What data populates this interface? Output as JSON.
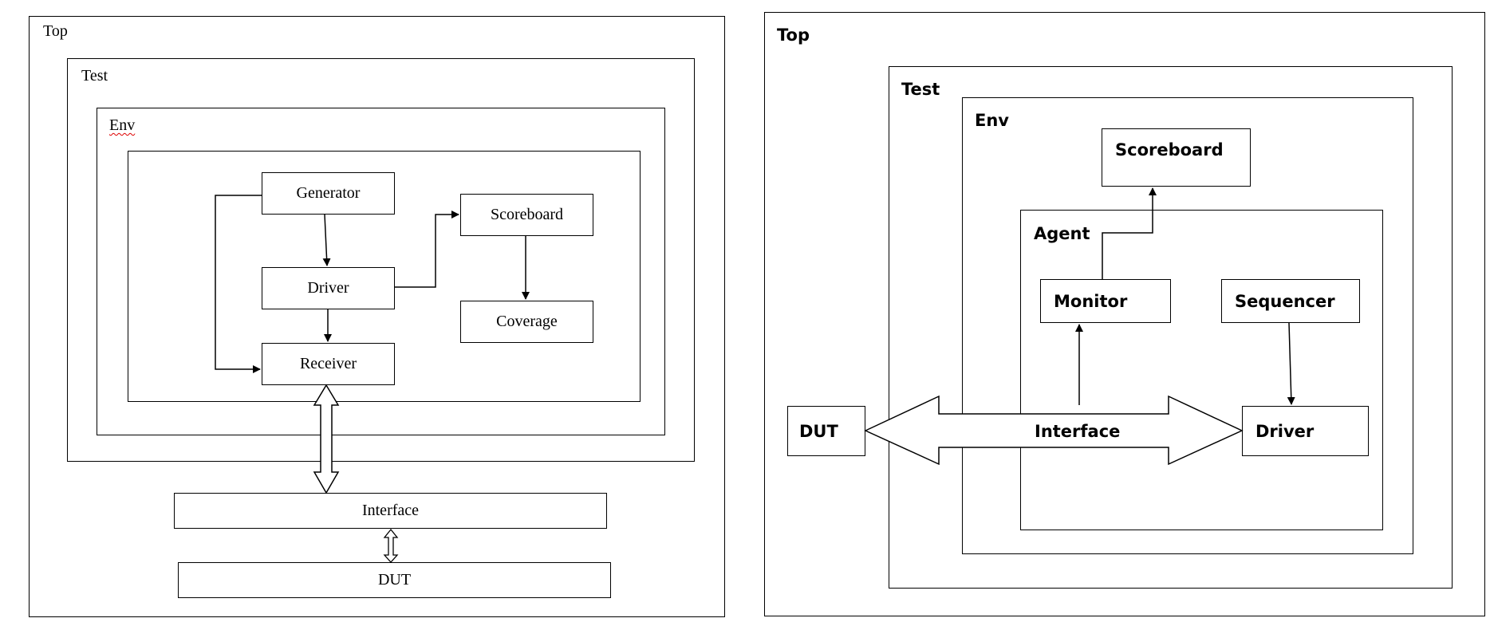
{
  "left": {
    "top_label": "Top",
    "test_label": "Test",
    "env_label": "Env",
    "generator": "Generator",
    "driver": "Driver",
    "receiver": "Receiver",
    "scoreboard": "Scoreboard",
    "coverage": "Coverage",
    "interface": "Interface",
    "dut": "DUT"
  },
  "right": {
    "top_label": "Top",
    "test_label": "Test",
    "env_label": "Env",
    "agent_label": "Agent",
    "scoreboard": "Scoreboard",
    "monitor": "Monitor",
    "sequencer": "Sequencer",
    "driver": "Driver",
    "dut": "DUT",
    "interface": "Interface"
  }
}
